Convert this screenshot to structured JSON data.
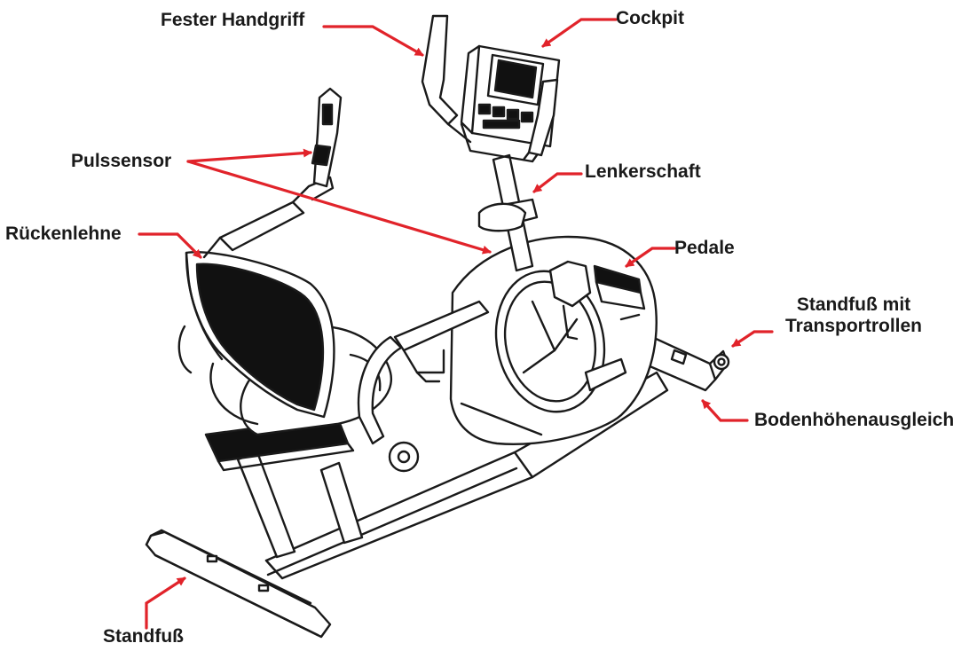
{
  "colors": {
    "arrow": "#e1232a",
    "line": "#1a1a1a",
    "panel": "#111111",
    "background": "#ffffff"
  },
  "labels": {
    "fester_handgriff": "Fester Handgriff",
    "cockpit": "Cockpit",
    "pulssensor": "Pulssensor",
    "lenkerschaft": "Lenkerschaft",
    "rueckenlehne": "Rückenlehne",
    "pedale": "Pedale",
    "standfuss_transport_line1": "Standfuß mit",
    "standfuss_transport_line2": "Transportrollen",
    "bodenhoehenausgleich": "Bodenhöhenausgleich",
    "standfuss": "Standfuß"
  }
}
